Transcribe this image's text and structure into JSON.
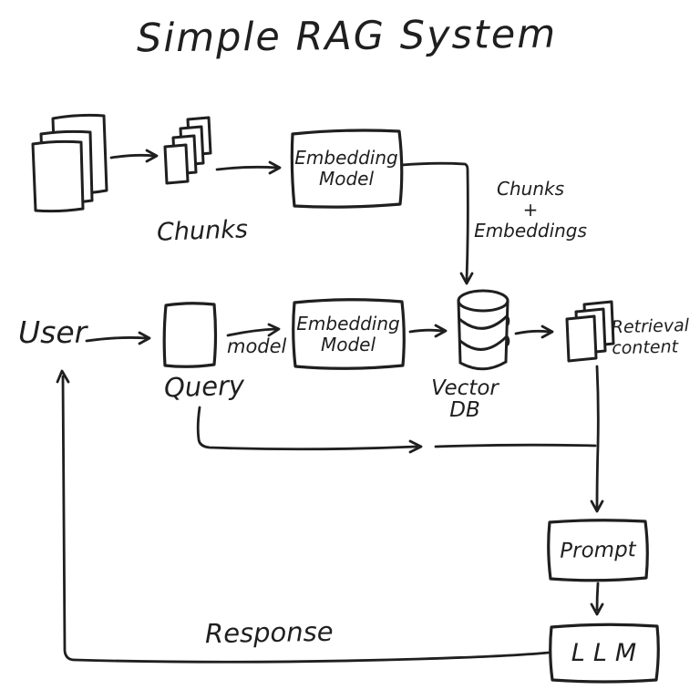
{
  "colors": {
    "ink": "#1f1f1f",
    "background": "#ffffff"
  },
  "labels": {
    "title": "Simple RAG System",
    "chunks": "Chunks",
    "embedding_model_top": {
      "line1": "Embedding",
      "line2": "Model"
    },
    "chunks_plus_embeddings": {
      "line1": "Chunks",
      "line2": "+",
      "line3": "Embeddings"
    },
    "user": "User",
    "query": "Query",
    "model": "model",
    "embedding_model_query": {
      "line1": "Embedding",
      "line2": "Model"
    },
    "vector_db": {
      "line1": "Vector",
      "line2": "DB"
    },
    "retrieval_content": {
      "line1": "Retrieval",
      "line2": "content"
    },
    "prompt": "Prompt",
    "llm": "LLM",
    "response": "Response"
  },
  "icons": {
    "documents": "document-stack",
    "chunks": "small-document-stack",
    "vector_db": "database-cylinder",
    "retrieved_docs": "document-stack"
  }
}
